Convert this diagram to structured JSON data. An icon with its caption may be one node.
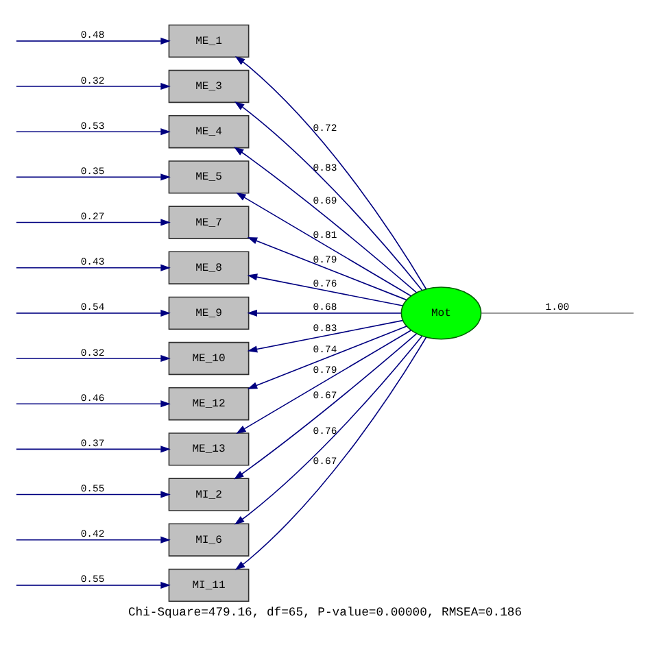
{
  "diagram": {
    "caption": "Chi-Square=479.16, df=65, P-value=0.00000, RMSEA=0.186",
    "nodes": [
      {
        "text": [
          "ME_1"
        ]
      },
      {
        "text": [
          "ME_3"
        ]
      },
      {
        "text": [
          "ME_4"
        ]
      },
      {
        "text": [
          "ME_5"
        ]
      },
      {
        "text": [
          "ME_7"
        ]
      },
      {
        "text": [
          "ME_8"
        ]
      },
      {
        "text": [
          "ME_9"
        ]
      },
      {
        "text": [
          "ME_10"
        ]
      },
      {
        "text": [
          "ME_12"
        ]
      },
      {
        "text": [
          "ME_13"
        ]
      },
      {
        "text": [
          "MI_2"
        ]
      },
      {
        "text": [
          "MI_6"
        ]
      },
      {
        "text": [
          "MI_11"
        ]
      },
      {
        "text": [
          "Mot"
        ]
      }
    ],
    "edges": [
      {
        "from": 13,
        "to": 0,
        "arrow": "to",
        "label": "0.72"
      },
      {
        "from": 13,
        "to": 1,
        "arrow": "to",
        "label": "0.83"
      },
      {
        "from": 13,
        "to": 2,
        "arrow": "to",
        "label": "0.69"
      },
      {
        "from": 13,
        "to": 3,
        "arrow": "to",
        "label": "0.81"
      },
      {
        "from": 13,
        "to": 4,
        "arrow": "to",
        "label": "0.79"
      },
      {
        "from": 13,
        "to": 5,
        "arrow": "to",
        "label": "0.76"
      },
      {
        "from": 13,
        "to": 6,
        "arrow": "to",
        "label": "0.68"
      },
      {
        "from": 13,
        "to": 7,
        "arrow": "to",
        "label": "0.83"
      },
      {
        "from": 13,
        "to": 8,
        "arrow": "to",
        "label": "0.74"
      },
      {
        "from": 13,
        "to": 9,
        "arrow": "to",
        "label": "0.79"
      },
      {
        "from": 13,
        "to": 10,
        "arrow": "to",
        "label": "0.67"
      },
      {
        "from": 13,
        "to": 11,
        "arrow": "to",
        "label": "0.76"
      },
      {
        "from": 13,
        "to": 12,
        "arrow": "to",
        "label": "0.67"
      },
      {
        "from": null,
        "to": 0,
        "arrow": "to",
        "label": "0.48"
      },
      {
        "from": null,
        "to": 1,
        "arrow": "to",
        "label": "0.32"
      },
      {
        "from": null,
        "to": 2,
        "arrow": "to",
        "label": "0.53"
      },
      {
        "from": null,
        "to": 3,
        "arrow": "to",
        "label": "0.35"
      },
      {
        "from": null,
        "to": 4,
        "arrow": "to",
        "label": "0.27"
      },
      {
        "from": null,
        "to": 5,
        "arrow": "to",
        "label": "0.43"
      },
      {
        "from": null,
        "to": 6,
        "arrow": "to",
        "label": "0.54"
      },
      {
        "from": null,
        "to": 7,
        "arrow": "to",
        "label": "0.32"
      },
      {
        "from": null,
        "to": 8,
        "arrow": "to",
        "label": "0.46"
      },
      {
        "from": null,
        "to": 9,
        "arrow": "to",
        "label": "0.37"
      },
      {
        "from": null,
        "to": 10,
        "arrow": "to",
        "label": "0.55"
      },
      {
        "from": null,
        "to": 11,
        "arrow": "to",
        "label": "0.42"
      },
      {
        "from": null,
        "to": 12,
        "arrow": "to",
        "label": "0.55"
      },
      {
        "from": 13,
        "to": null,
        "arrow": "none",
        "label": "1.00",
        "color": "#808080"
      }
    ]
  }
}
